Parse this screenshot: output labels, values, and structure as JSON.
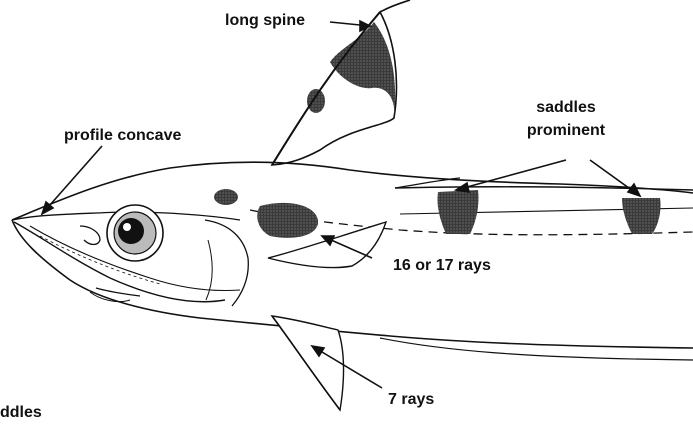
{
  "labels": {
    "long_spine": "long spine",
    "profile_concave": "profile concave",
    "saddles_line1": "saddles",
    "saddles_line2": "prominent",
    "rays_pectoral": "16 or 17 rays",
    "rays_pelvic": "7 rays",
    "cut_off_text": "ddles"
  },
  "colors": {
    "ink": "#111111",
    "background": "#ffffff",
    "marking": "#2a2a2a"
  }
}
